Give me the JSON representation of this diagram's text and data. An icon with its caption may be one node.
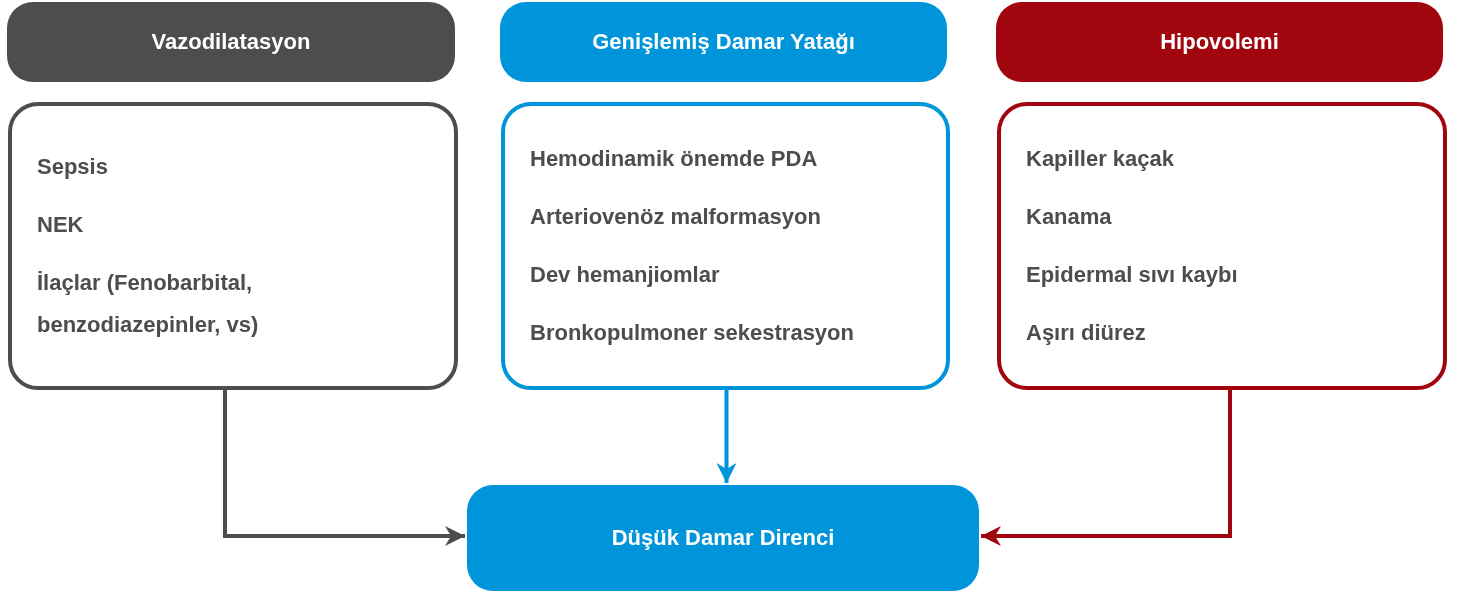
{
  "diagram": {
    "nodes": [
      {
        "text": [
          "Vazodilatasyon"
        ]
      },
      {
        "text": [
          "Sepsis",
          "NEK",
          "İlaçlar (Fenobarbital, benzodiazepinler, vs)"
        ]
      },
      {
        "text": [
          "Genişlemiş Damar Yatağı"
        ]
      },
      {
        "text": [
          "Hemodinamik önemde PDA",
          "Arteriovenöz malformasyon",
          "Dev hemanjiomlar",
          "Bronkopulmoner sekestrasyon"
        ]
      },
      {
        "text": [
          "Hipovolemi"
        ]
      },
      {
        "text": [
          "Kapiller kaçak",
          "Kanama",
          "Epidermal sıvı kaybı",
          "Aşırı diürez"
        ]
      },
      {
        "text": [
          "Düşük Damar Direnci"
        ]
      }
    ],
    "edges": [
      {
        "from": 1,
        "to": 6,
        "arrow": "to",
        "color": "#4d4c4e"
      },
      {
        "from": 3,
        "to": 6,
        "arrow": "to",
        "color": "#0095da"
      },
      {
        "from": 5,
        "to": 6,
        "arrow": "to",
        "color": "#a1060e"
      }
    ]
  }
}
